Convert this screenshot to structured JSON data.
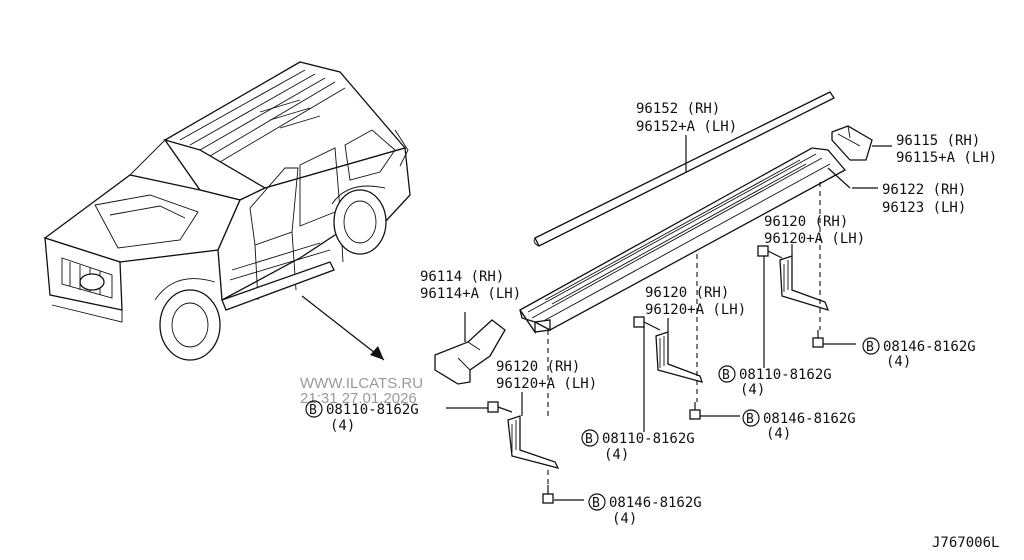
{
  "callouts": {
    "trim_molding": {
      "rh": "96152 (RH)",
      "lh": "96152+A (LH)"
    },
    "front_cover": {
      "rh": "96115 (RH)",
      "lh": "96115+A (LH)"
    },
    "step_rail": {
      "rh": "96122 (RH)",
      "lh": "96123 (LH)"
    },
    "end_cap": {
      "rh": "96114 (RH)",
      "lh": "96114+A (LH)"
    },
    "bracket_rear": {
      "rh": "96120 (RH)",
      "lh": "96120+A (LH)"
    },
    "bracket_mid": {
      "rh": "96120 (RH)",
      "lh": "96120+A (LH)"
    },
    "bracket_front": {
      "rh": "96120 (RH)",
      "lh": "96120+A (LH)"
    }
  },
  "fasteners": {
    "bolt_rear": {
      "symbol": "B",
      "part": "08110-8162G",
      "qty": "(4)"
    },
    "bolt_mid": {
      "symbol": "B",
      "part": "08110-8162G",
      "qty": "(4)"
    },
    "bolt_front": {
      "symbol": "B",
      "part": "08110-8162G",
      "qty": "(4)"
    },
    "screw_rear": {
      "symbol": "B",
      "part": "08146-8162G",
      "qty": "(4)"
    },
    "screw_mid": {
      "symbol": "B",
      "part": "08146-8162G",
      "qty": "(4)"
    },
    "screw_front": {
      "symbol": "B",
      "part": "08146-8162G",
      "qty": "(4)"
    }
  },
  "watermark": {
    "site": "WWW.ILCATS.RU",
    "stamp": "21:31 27.01.2026"
  },
  "diagram_code": "J767006L"
}
